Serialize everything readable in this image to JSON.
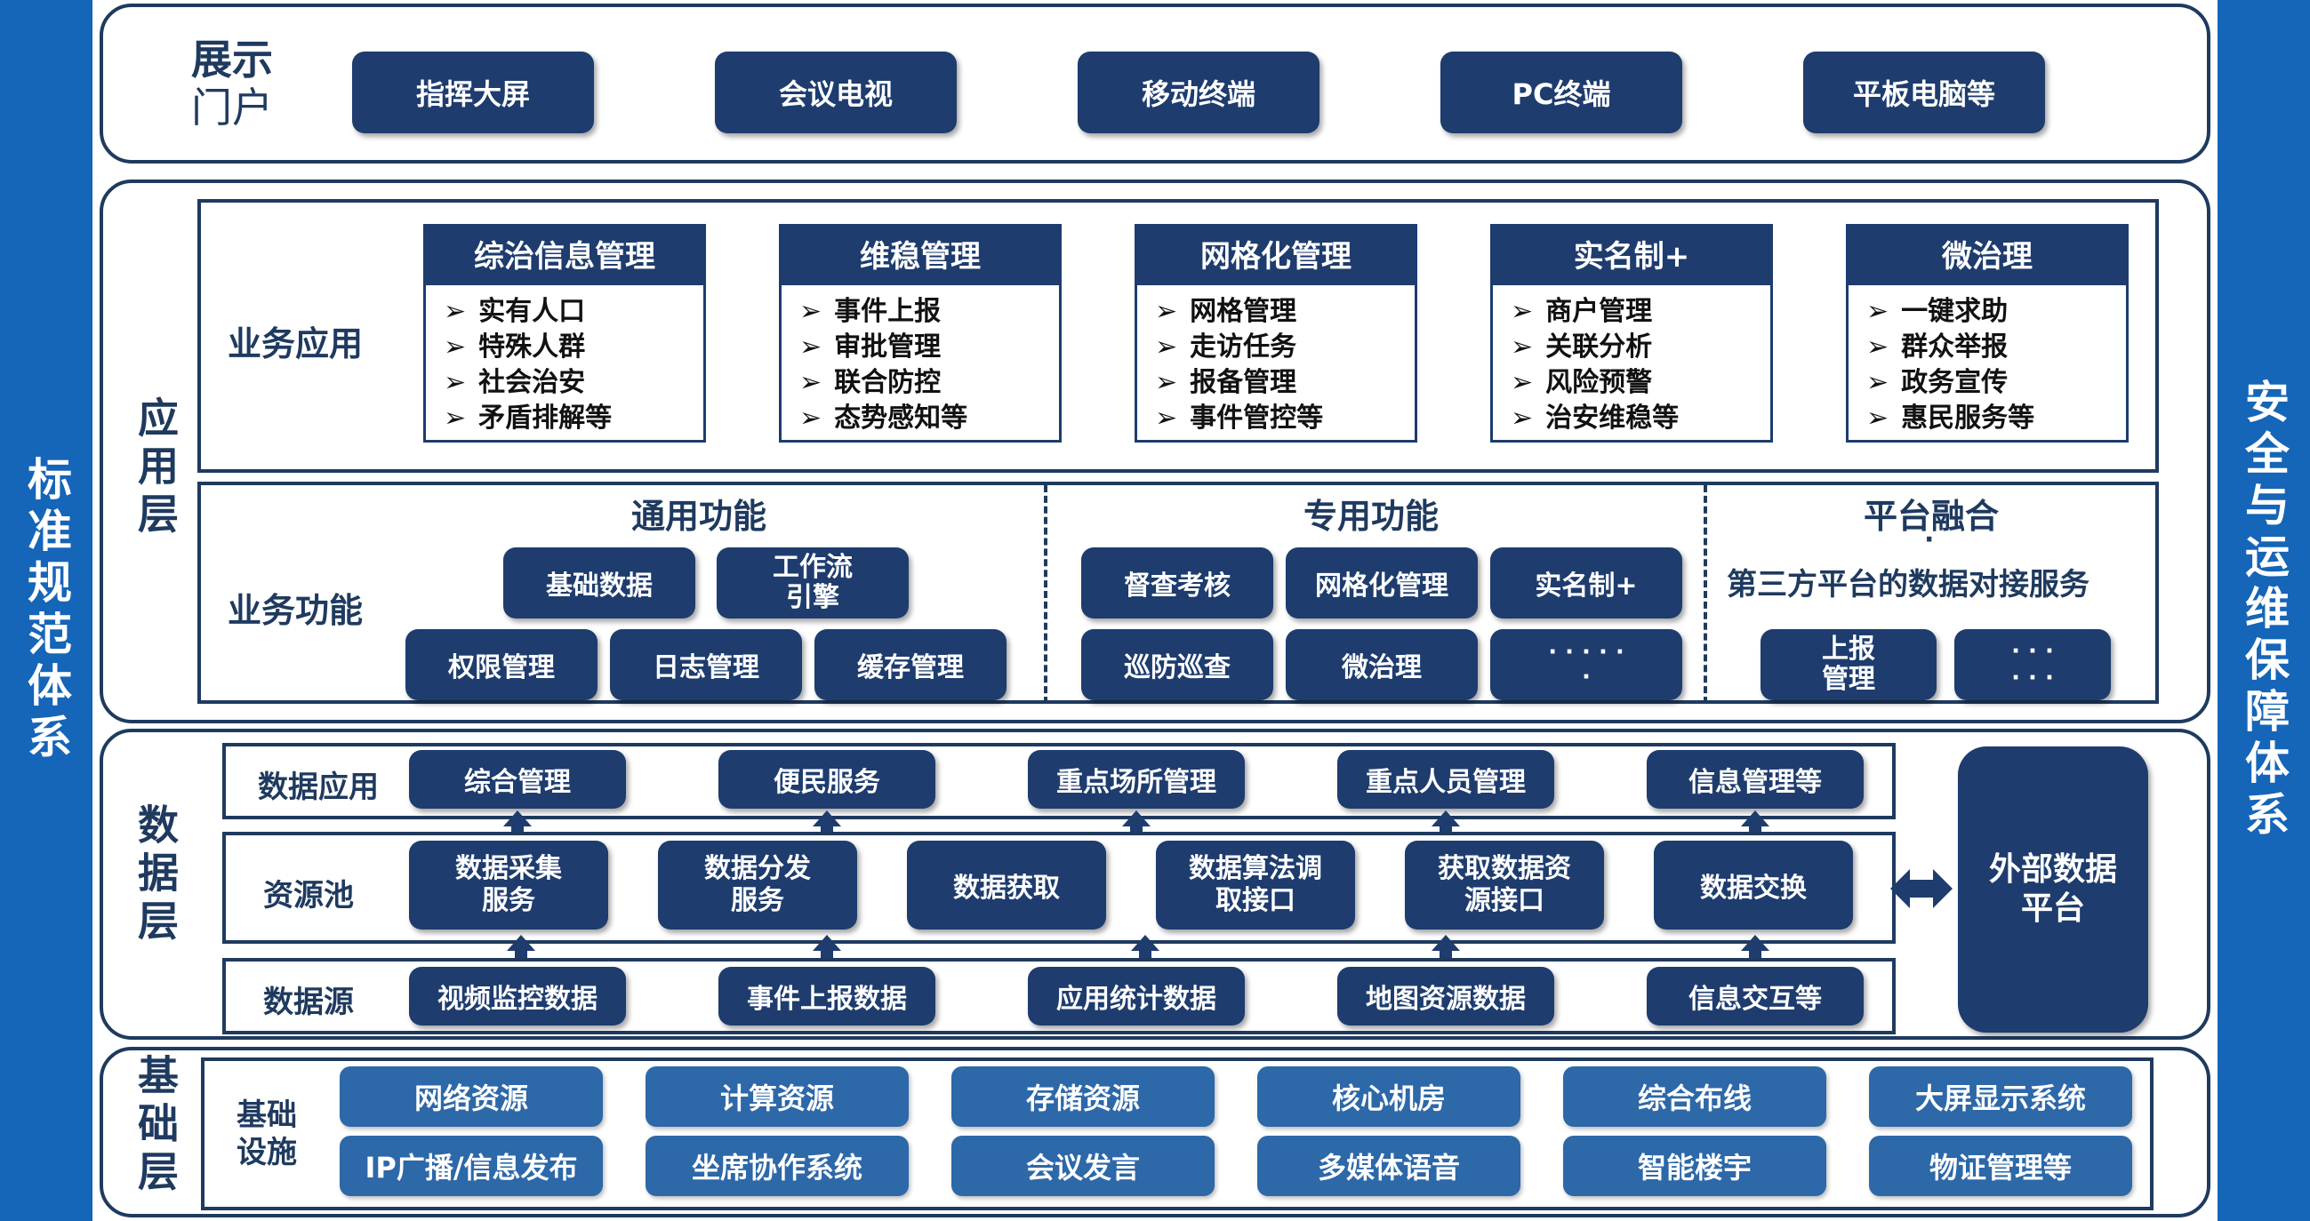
{
  "sidebars": {
    "left": "标准规范体系",
    "right": "安全与运维保障体系"
  },
  "portal": {
    "label_line1": "展示",
    "label_line2": "门户",
    "items": [
      "指挥大屏",
      "会议电视",
      "移动终端",
      "PC终端",
      "平板电脑等"
    ]
  },
  "app_layer": {
    "label": "应用层",
    "business_apps": {
      "label": "业务应用",
      "cards": [
        {
          "title": "综治信息管理",
          "items": [
            "实有人口",
            "特殊人群",
            "社会治安",
            "矛盾排解等"
          ]
        },
        {
          "title": "维稳管理",
          "items": [
            "事件上报",
            "审批管理",
            "联合防控",
            "态势感知等"
          ]
        },
        {
          "title": "网格化管理",
          "items": [
            "网格管理",
            "走访任务",
            "报备管理",
            "事件管控等"
          ]
        },
        {
          "title": "实名制+",
          "items": [
            "商户管理",
            "关联分析",
            "风险预警",
            "治安维稳等"
          ]
        },
        {
          "title": "微治理",
          "items": [
            "一键求助",
            "群众举报",
            "政务宣传",
            "惠民服务等"
          ]
        }
      ]
    },
    "business_functions": {
      "label": "业务功能",
      "general": {
        "title": "通用功能",
        "row1": [
          "基础数据",
          "工作流\n引擎"
        ],
        "row2": [
          "权限管理",
          "日志管理",
          "缓存管理"
        ]
      },
      "special": {
        "title": "专用功能",
        "row1": [
          "督查考核",
          "网格化管理",
          "实名制+"
        ],
        "row2": [
          "巡防巡查",
          "微治理",
          "· · · · ·\n·"
        ]
      },
      "fusion": {
        "title": "平台融合",
        "dot": "·",
        "subtitle": "第三方平台的数据对接服务",
        "items": [
          "上报\n管理",
          "· · ·\n· · ·"
        ]
      }
    }
  },
  "data_layer": {
    "label": "数据层",
    "data_apps": {
      "label": "数据应用",
      "items": [
        "综合管理",
        "便民服务",
        "重点场所管理",
        "重点人员管理",
        "信息管理等"
      ]
    },
    "resource_pool": {
      "label": "资源池",
      "items": [
        "数据采集\n服务",
        "数据分发\n服务",
        "数据获取",
        "数据算法调\n取接口",
        "获取数据资\n源接口",
        "数据交换"
      ]
    },
    "data_sources": {
      "label": "数据源",
      "items": [
        "视频监控数据",
        "事件上报数据",
        "应用统计数据",
        "地图资源数据",
        "信息交互等"
      ]
    },
    "external": "外部数据\n平台"
  },
  "infra_layer": {
    "label": "基础层",
    "sub_label": "基础\n设施",
    "row1": [
      "网络资源",
      "计算资源",
      "存储资源",
      "核心机房",
      "综合布线",
      "大屏显示系统"
    ],
    "row2": [
      "IP广播/信息发布",
      "坐席协作系统",
      "会议发言",
      "多媒体语音",
      "智能楼宇",
      "物证管理等"
    ]
  },
  "colors": {
    "sidebar": "#1565b8",
    "dark_navy": "#1e3c6e",
    "mid_blue": "#2d68a8",
    "border": "#1f3a5f"
  }
}
